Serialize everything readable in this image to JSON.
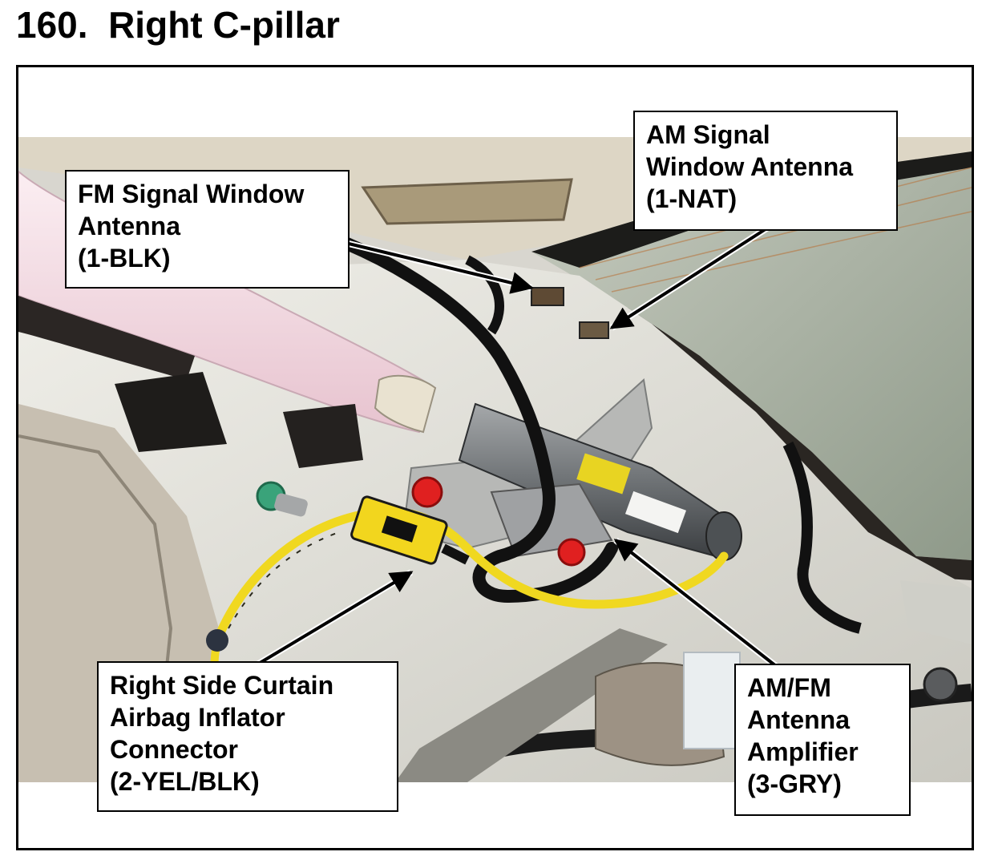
{
  "page": {
    "title": "160.  Right C-pillar"
  },
  "callouts": {
    "fm_antenna": {
      "lines": [
        "FM Signal Window",
        "Antenna",
        "(1-BLK)"
      ]
    },
    "am_antenna": {
      "lines": [
        "AM Signal",
        "Window Antenna",
        "(1-NAT)"
      ]
    },
    "airbag_connector": {
      "lines": [
        "Right Side Curtain",
        "Airbag Inflator",
        "Connector",
        "(2-YEL/BLK)"
      ]
    },
    "amplifier": {
      "lines": [
        "AM/FM",
        "Antenna",
        "Amplifier",
        "(3-GRY)"
      ]
    }
  },
  "colors": {
    "headliner": "#dcd6c8",
    "trim": "#e6e4dc",
    "glass": "#a8b0a0",
    "harness_yellow": "#f0d820",
    "harness_black": "#111111",
    "airbag_pink": "#f2d8e2",
    "red_clip": "#e02020",
    "green_clip": "#3aa37a"
  }
}
